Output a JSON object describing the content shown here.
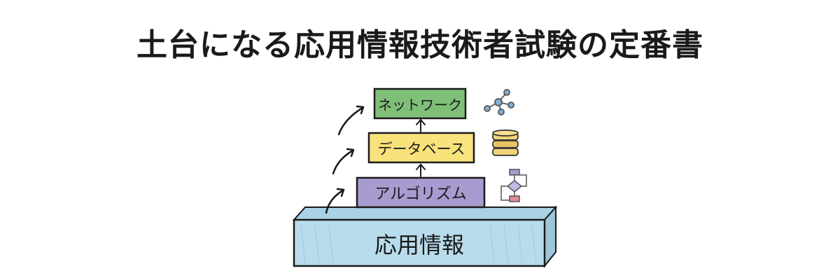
{
  "title": "土台になる応用情報技術者試験の定番書",
  "layers": {
    "base": "応用情報",
    "layer1": "アルゴリズム",
    "layer2": "データベース",
    "layer3": "ネットワーク"
  },
  "colors": {
    "base": "#b8dcec",
    "layer1": "#a79bd0",
    "layer2": "#f7e27c",
    "layer3": "#7fbf78",
    "ink": "#1a1a1a"
  },
  "icons": {
    "layer1": "flowchart-icon",
    "layer2": "database-icon",
    "layer3": "network-icon"
  }
}
